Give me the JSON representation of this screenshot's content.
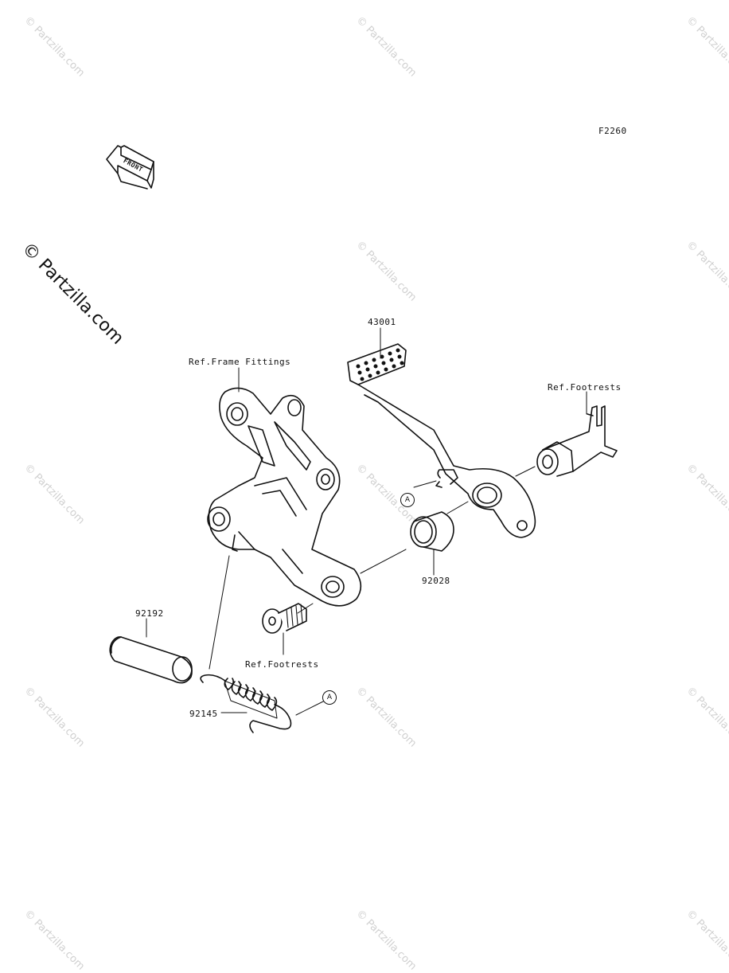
{
  "figure_code": "F2260",
  "front_arrow_label": "FRONT",
  "watermark_main": "© Partzilla.com",
  "watermark_repeat": "© Partzilla.com",
  "callout_letter": "A",
  "labels": {
    "ref_frame_fittings": "Ref.Frame Fittings",
    "part_43001": "43001",
    "ref_footrests_top": "Ref.Footrests",
    "part_92028": "92028",
    "part_92192": "92192",
    "ref_footrests_bottom": "Ref.Footrests",
    "part_92145": "92145"
  }
}
